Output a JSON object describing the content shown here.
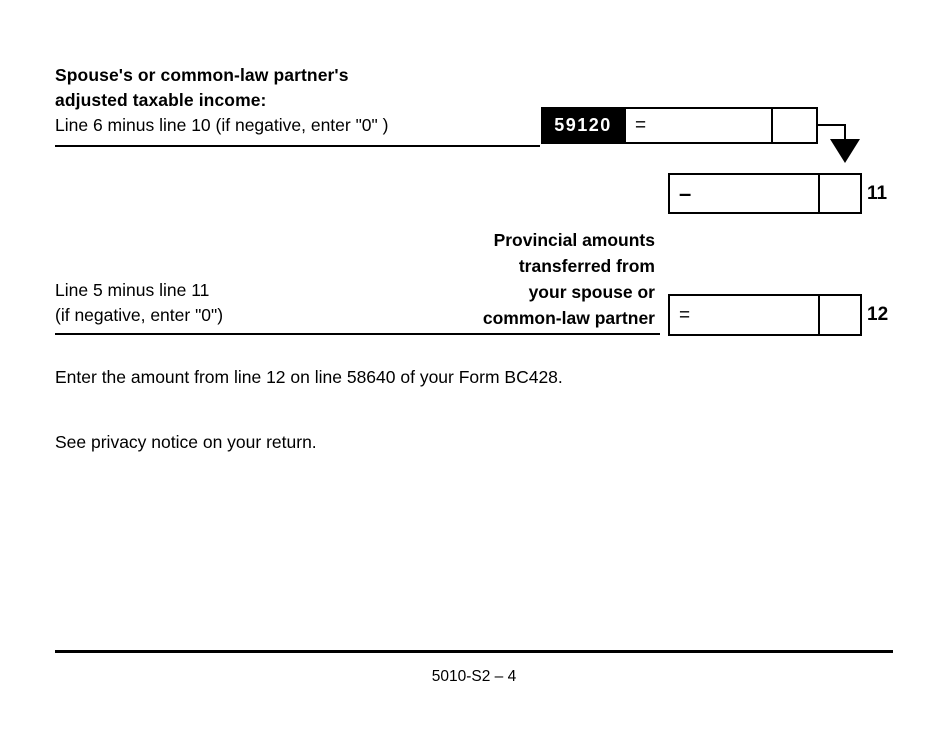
{
  "form": {
    "heading_line1": "Spouse's or common-law partner's",
    "heading_line2": "adjusted taxable income:",
    "subheading": "Line 6 minus line 10 (if negative, enter \"0\" )",
    "line_code": "59120",
    "equals_symbol": "=",
    "minus_symbol": "–",
    "line11_number": "11",
    "line12_number": "12",
    "transfer_label_line1": "Provincial amounts",
    "transfer_label_line2": "transferred from",
    "transfer_label_line3": "your spouse or",
    "transfer_label_line4": "common-law partner",
    "line5_minus_line11": "Line 5 minus line 11",
    "line5_minus_note": "(if negative, enter \"0\")",
    "instruction": "Enter the amount from line 12 on line 58640 of your Form BC428.",
    "privacy_notice": "See privacy notice on your return.",
    "footer": "5010-S2 – 4",
    "values": {
      "line11_dollars": "",
      "line11_cents": "",
      "line12_dollars": "",
      "line12_cents": "",
      "code59120_dollars": "",
      "code59120_cents": ""
    }
  },
  "colors": {
    "ink": "#000000",
    "paper": "#ffffff",
    "code_box_bg": "#000000",
    "code_box_fg": "#ffffff"
  }
}
